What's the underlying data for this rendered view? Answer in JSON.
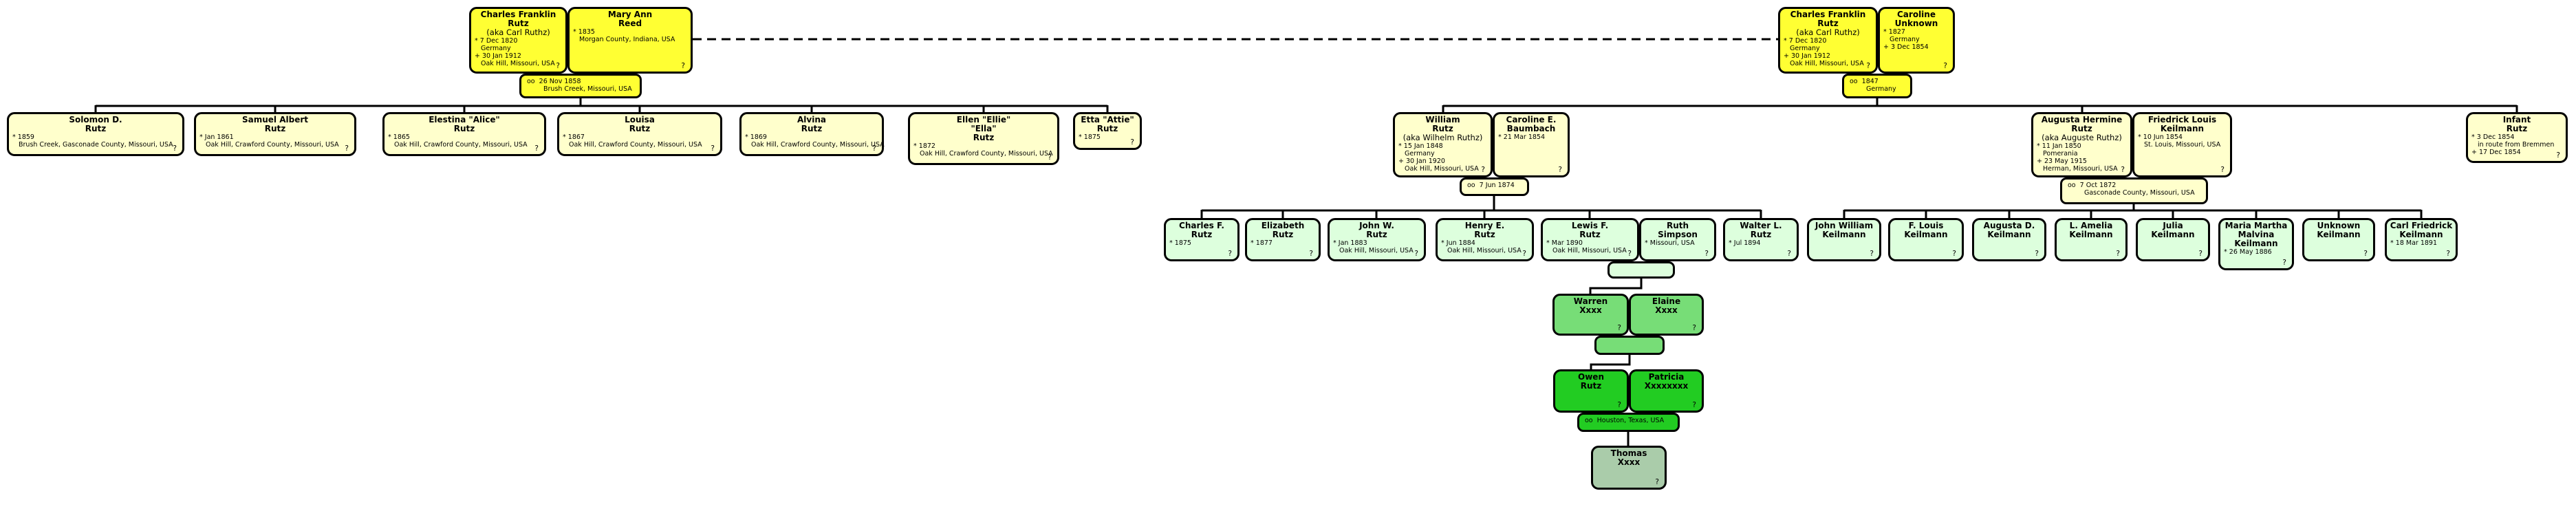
{
  "diagram": {
    "type": "family-tree",
    "unknown_marker": "?",
    "colors": {
      "g1": "#ffff33",
      "g2": "#ffffcc",
      "g3": "#ddffdd",
      "g4": "#77dd77",
      "g5": "#22cc22",
      "g6": "#aaccaa",
      "border": "#000000",
      "line": "#000000",
      "background": "#ffffff"
    }
  },
  "people": {
    "cf_rutz_a": {
      "name": [
        "Charles Franklin",
        "Rutz"
      ],
      "aka": "(aka Carl Ruthz)",
      "details": [
        "* 7 Dec 1820",
        "Germany",
        "+ 30 Jan 1912",
        "Oak Hill, Missouri, USA"
      ]
    },
    "mary_ann_reed": {
      "name": [
        "Mary Ann",
        "Reed"
      ],
      "details": [
        "* 1835",
        "Morgan County, Indiana, USA"
      ]
    },
    "cf_rutz_b": {
      "name": [
        "Charles Franklin",
        "Rutz"
      ],
      "aka": "(aka Carl Ruthz)",
      "details": [
        "* 7 Dec 1820",
        "Germany",
        "+ 30 Jan 1912",
        "Oak Hill, Missouri, USA"
      ]
    },
    "caroline_unknown": {
      "name": [
        "Caroline",
        "Unknown"
      ],
      "details": [
        "* 1827",
        "Germany",
        "+ 3 Dec 1854"
      ]
    },
    "solomon": {
      "name": [
        "Solomon D.",
        "Rutz"
      ],
      "details": [
        "* 1859",
        "Brush Creek, Gasconade County, Missouri, USA"
      ]
    },
    "samuel": {
      "name": [
        "Samuel Albert",
        "Rutz"
      ],
      "details": [
        "* Jan 1861",
        "Oak Hill, Crawford County, Missouri, USA"
      ]
    },
    "elestina": {
      "name": [
        "Elestina \"Alice\"",
        "Rutz"
      ],
      "details": [
        "* 1865",
        "Oak Hill, Crawford County, Missouri, USA"
      ]
    },
    "louisa": {
      "name": [
        "Louisa",
        "Rutz"
      ],
      "details": [
        "* 1867",
        "Oak Hill, Crawford County, Missouri, USA"
      ]
    },
    "alvina": {
      "name": [
        "Alvina",
        "Rutz"
      ],
      "details": [
        "* 1869",
        "Oak Hill, Crawford County, Missouri, USA"
      ]
    },
    "ellen": {
      "name": [
        "Ellen \"Ellie\"",
        "\"Ella\"",
        "Rutz"
      ],
      "details": [
        "* 1872",
        "Oak Hill, Crawford County, Missouri, USA"
      ]
    },
    "etta": {
      "name": [
        "Etta \"Attie\"",
        "Rutz"
      ],
      "details": [
        "* 1875"
      ]
    },
    "william": {
      "name": [
        "William",
        "Rutz"
      ],
      "aka": "(aka Wilhelm Ruthz)",
      "details": [
        "* 15 Jan 1848",
        "Germany",
        "+ 30 Jan 1920",
        "Oak Hill, Missouri, USA"
      ]
    },
    "caroline_baumbach": {
      "name": [
        "Caroline E.",
        "Baumbach"
      ],
      "details": [
        "* 21 Mar 1854"
      ]
    },
    "augusta": {
      "name": [
        "Augusta Hermine",
        "Rutz"
      ],
      "aka": "(aka Auguste Ruthz)",
      "details": [
        "* 11 Jan 1850",
        "Pomerania",
        "+ 23 May 1915",
        "Herman, Missouri, USA"
      ]
    },
    "friedrick": {
      "name": [
        "Friedrick Louis",
        "Keilmann"
      ],
      "details": [
        "* 10 Jun 1854",
        "St. Louis, Missouri, USA"
      ]
    },
    "infant": {
      "name": [
        "Infant",
        "Rutz"
      ],
      "details": [
        "* 3 Dec 1854",
        "in route from Bremmen",
        "+ 17 Dec 1854"
      ]
    },
    "charles_f": {
      "name": [
        "Charles F.",
        "Rutz"
      ],
      "details": [
        "* 1875"
      ]
    },
    "elizabeth": {
      "name": [
        "Elizabeth",
        "Rutz"
      ],
      "details": [
        "* 1877"
      ]
    },
    "john_w": {
      "name": [
        "John W.",
        "Rutz"
      ],
      "details": [
        "* Jan 1883",
        "Oak Hill, Missouri, USA"
      ]
    },
    "henry_e": {
      "name": [
        "Henry E.",
        "Rutz"
      ],
      "details": [
        "* Jun 1884",
        "Oak Hill, Missouri, USA"
      ]
    },
    "lewis_f": {
      "name": [
        "Lewis F.",
        "Rutz"
      ],
      "details": [
        "* Mar 1890",
        "Oak Hill, Missouri, USA"
      ]
    },
    "ruth_simpson": {
      "name": [
        "Ruth",
        "Simpson"
      ],
      "details": [
        "* Missouri, USA"
      ]
    },
    "walter_l": {
      "name": [
        "Walter L.",
        "Rutz"
      ],
      "details": [
        "* Jul 1894"
      ]
    },
    "john_william_k": {
      "name": [
        "John William",
        "Keilmann"
      ],
      "details": []
    },
    "f_louis_k": {
      "name": [
        "F. Louis",
        "Keilmann"
      ],
      "details": []
    },
    "augusta_d_k": {
      "name": [
        "Augusta D.",
        "Keilmann"
      ],
      "details": []
    },
    "l_amelia_k": {
      "name": [
        "L. Amelia",
        "Keilmann"
      ],
      "details": []
    },
    "julia_k": {
      "name": [
        "Julia",
        "Keilmann"
      ],
      "details": []
    },
    "maria_k": {
      "name": [
        "Maria Martha",
        "Malvina",
        "Keilmann"
      ],
      "details": [
        "* 26 May 1886"
      ]
    },
    "unknown_k": {
      "name": [
        "Unknown",
        "Keilmann"
      ],
      "details": []
    },
    "carl_k": {
      "name": [
        "Carl Friedrick",
        "Keilmann"
      ],
      "details": [
        "* 18 Mar 1891"
      ]
    },
    "warren": {
      "name": [
        "Warren",
        "Xxxx"
      ],
      "details": []
    },
    "elaine": {
      "name": [
        "Elaine",
        "Xxxx"
      ],
      "details": []
    },
    "owen": {
      "name": [
        "Owen",
        "Rutz"
      ],
      "details": []
    },
    "patricia": {
      "name": [
        "Patricia",
        "Xxxxxxxx"
      ],
      "details": []
    },
    "thomas": {
      "name": [
        "Thomas",
        "Xxxx"
      ],
      "details": []
    }
  },
  "marriages": {
    "m_cf_mary": {
      "lines": [
        "oo  26 Nov 1858",
        "Brush Creek, Missouri, USA"
      ]
    },
    "m_cf_caroline": {
      "lines": [
        "oo  1847",
        "Germany"
      ]
    },
    "m_william_caroline": {
      "lines": [
        "oo  7 Jun 1874"
      ]
    },
    "m_augusta_friedrick": {
      "lines": [
        "oo  7 Oct 1872",
        "Gasconade County, Missouri, USA"
      ]
    },
    "m_lewis_ruth": {
      "lines": []
    },
    "m_warren_elaine": {
      "lines": []
    },
    "m_owen_patricia": {
      "lines": [
        "oo  Houston, Texas, USA"
      ]
    }
  }
}
